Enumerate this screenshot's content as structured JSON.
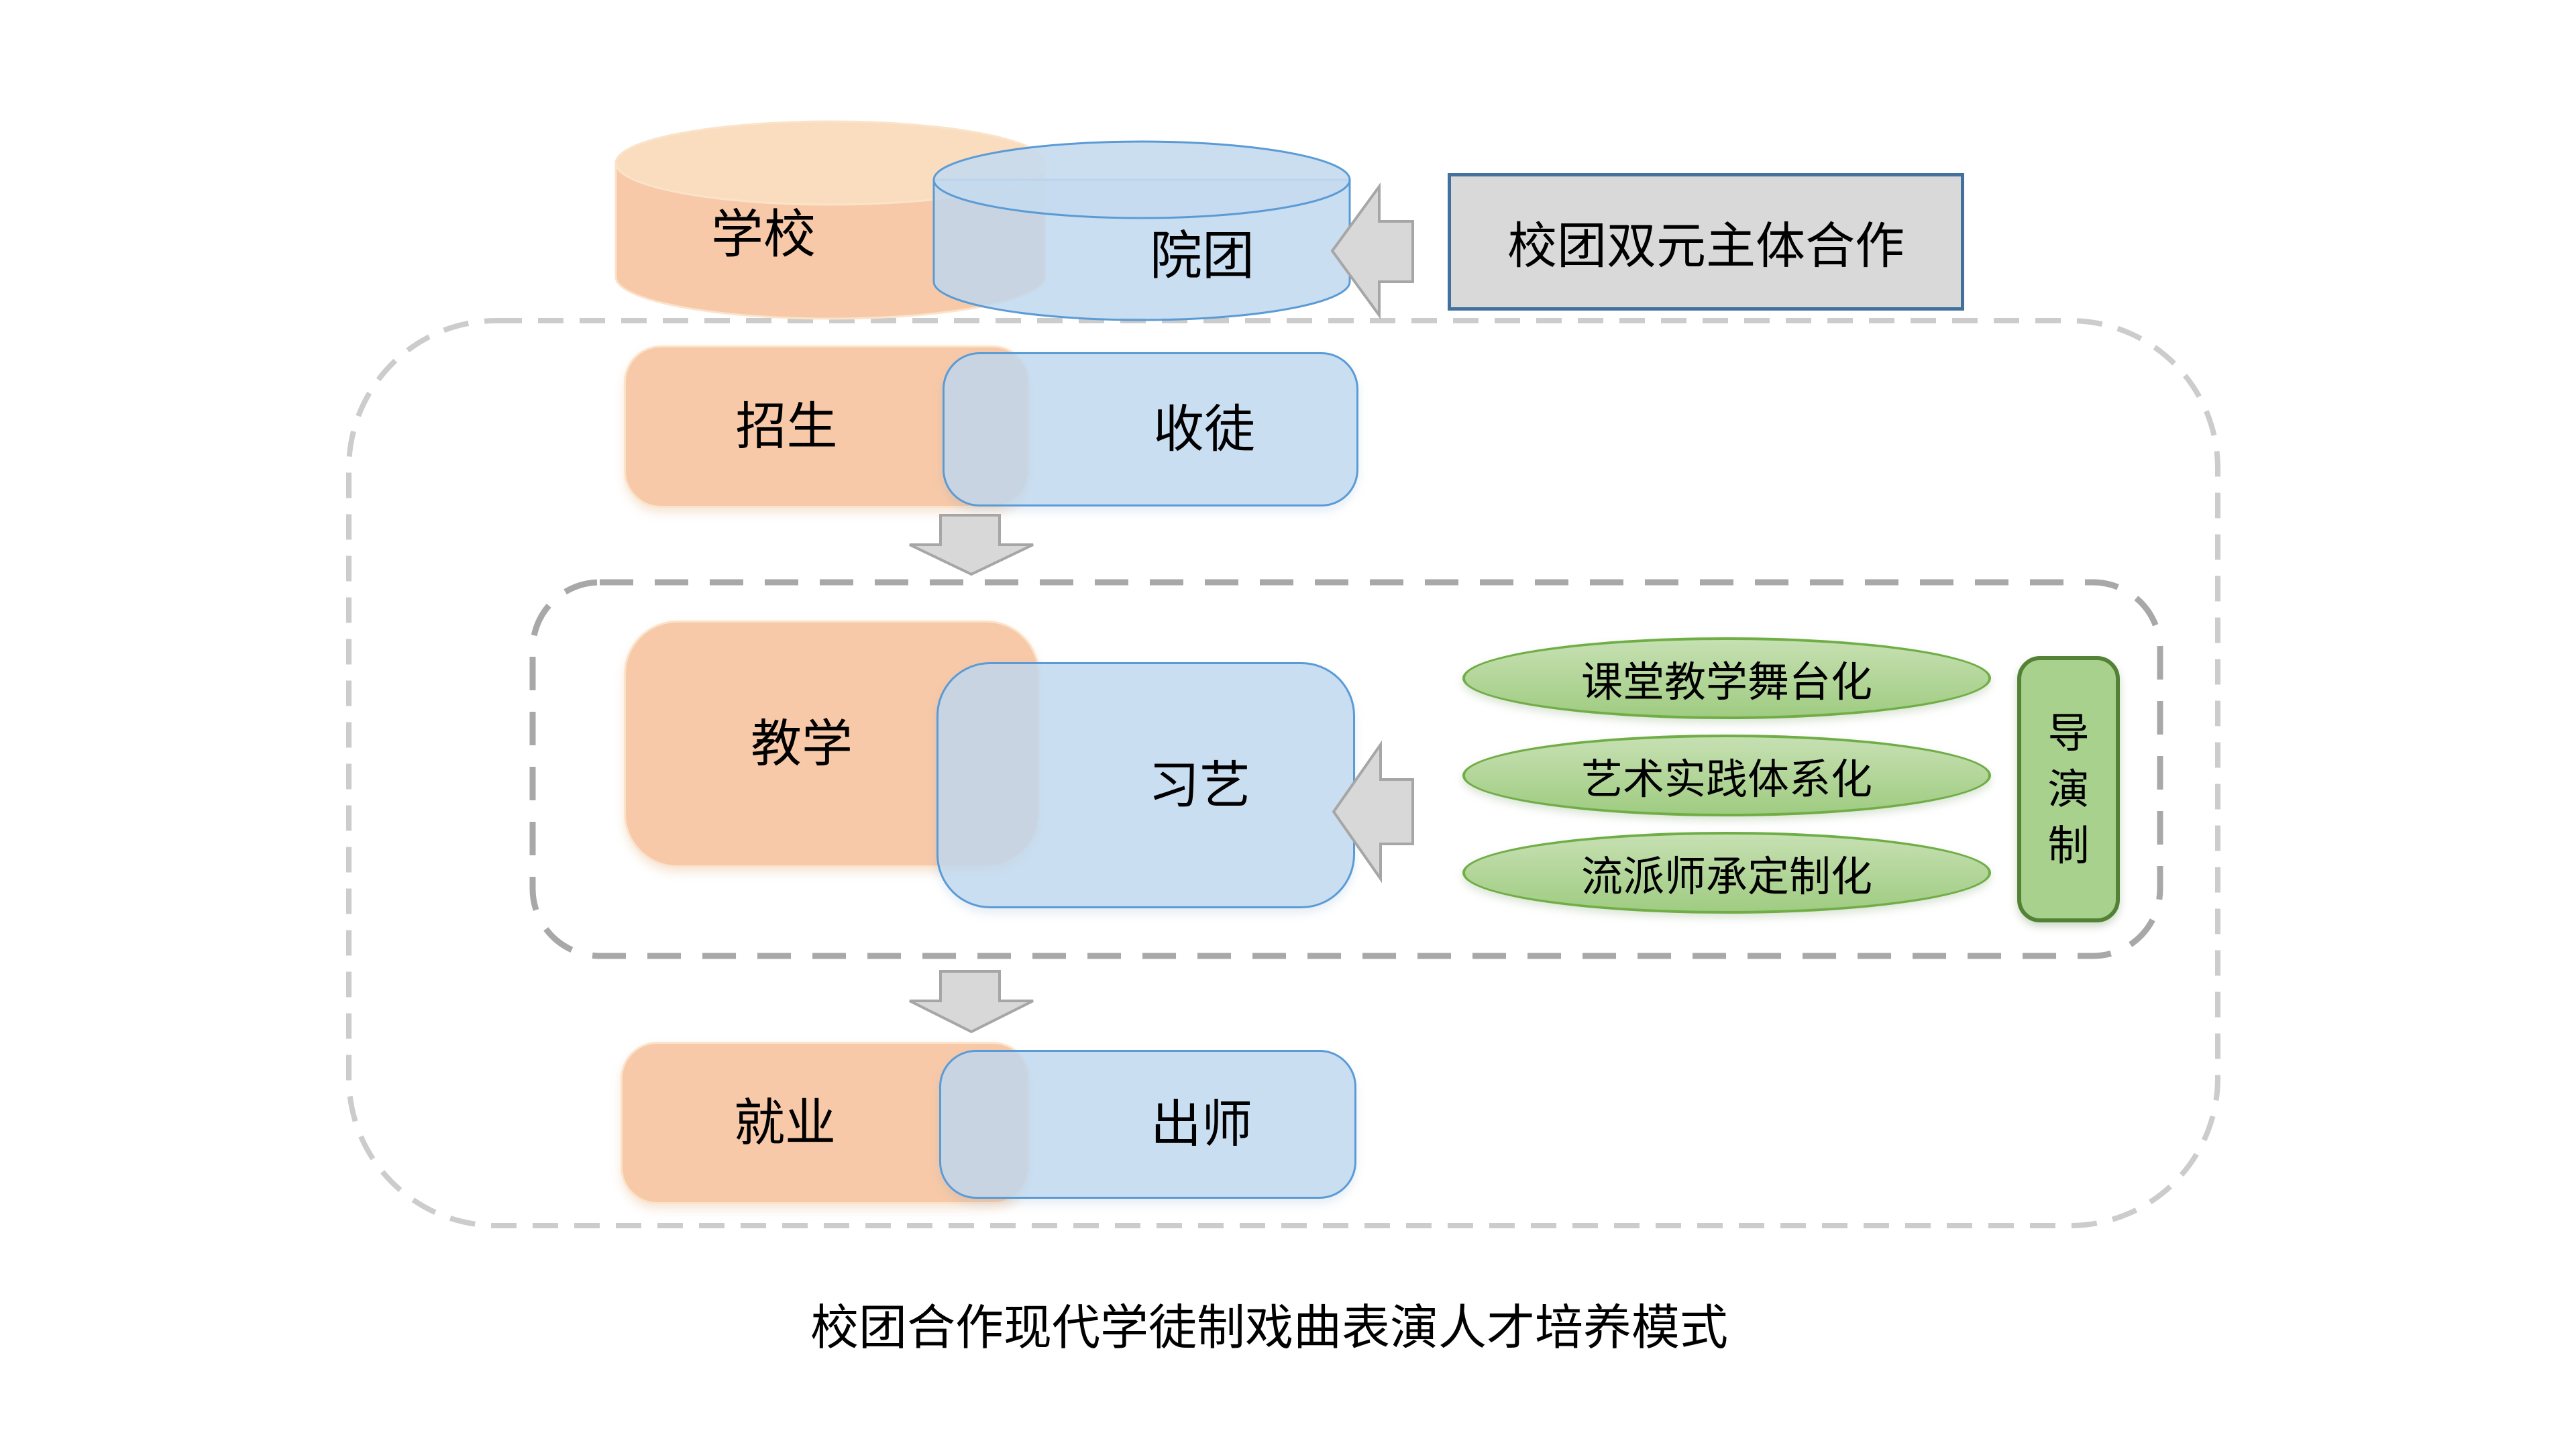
{
  "caption": "校团合作现代学徒制戏曲表演人才培养模式",
  "entities": {
    "school": "学校",
    "troupe": "院团",
    "cooperation": "校团双元主体合作"
  },
  "stages": {
    "recruit_school": "招生",
    "recruit_troupe": "收徒",
    "teach_school": "教学",
    "teach_troupe": "习艺",
    "employ_school": "就业",
    "employ_troupe": "出师"
  },
  "methods": {
    "m1": "课堂教学舞台化",
    "m2": "艺术实践体系化",
    "m3": "流派师承定制化"
  },
  "director": {
    "label": "导演制",
    "chars": [
      "导",
      "演",
      "制"
    ]
  },
  "icons": {
    "down_arrow": "block-arrow-down",
    "left_arrow": "block-arrow-left",
    "school_shape": "cylinder",
    "troupe_shape": "cylinder"
  },
  "colors": {
    "orange_fill": "#f7c9a8",
    "orange_cap": "#fadcbf",
    "orange_border": "#fbe3c9",
    "blue_fill": "rgba(189,215,238,0.82)",
    "blue_cap": "rgba(197,218,238,0.9)",
    "blue_border": "#5b9bd5",
    "green_oval_top": "#c6e0b2",
    "green_oval_bottom": "#a0cc82",
    "green_border": "#70ad47",
    "director_fill": "#a9d18e",
    "director_border": "#538135",
    "gray_fill": "#d9d9d9",
    "callout_border": "#41719c",
    "arrow_fill": "#d8d8d8",
    "arrow_border": "#a6a6a6",
    "dash_outer": "#cccccc",
    "dash_inner": "#a8a8a8",
    "text_color": "#000000"
  }
}
